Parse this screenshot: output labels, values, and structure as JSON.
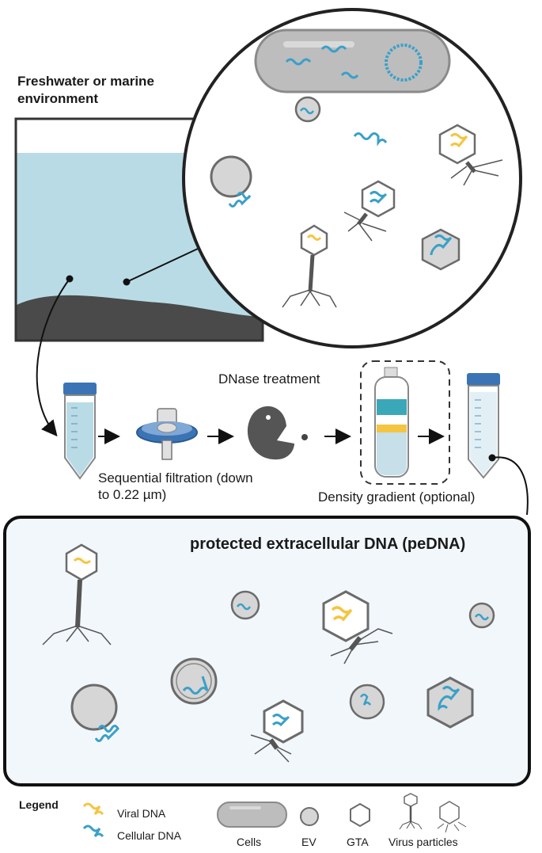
{
  "environment": {
    "title": "Freshwater or marine environment"
  },
  "workflow": {
    "dnase_label": "DNase treatment",
    "filtration_label": "Sequential filtration (down to 0.22 µm)",
    "density_label": "Density gradient (optional)"
  },
  "result": {
    "title": "protected extracellular DNA (peDNA)"
  },
  "legend": {
    "title": "Legend",
    "viral_dna": "Viral DNA",
    "cellular_dna": "Cellular DNA",
    "cells": "Cells",
    "ev": "EV",
    "gta": "GTA",
    "virus_particles": "Virus particles"
  },
  "colors": {
    "water": "#b9dbe6",
    "sediment": "#4a4a4a",
    "viral_dna": "#f5c542",
    "cellular_dna": "#3aa0c8",
    "particle_fill": "#d6d6d6",
    "particle_stroke": "#6b6b6b",
    "tube_cap": "#3b74b5",
    "panel_bg": "#f2f7fb"
  }
}
